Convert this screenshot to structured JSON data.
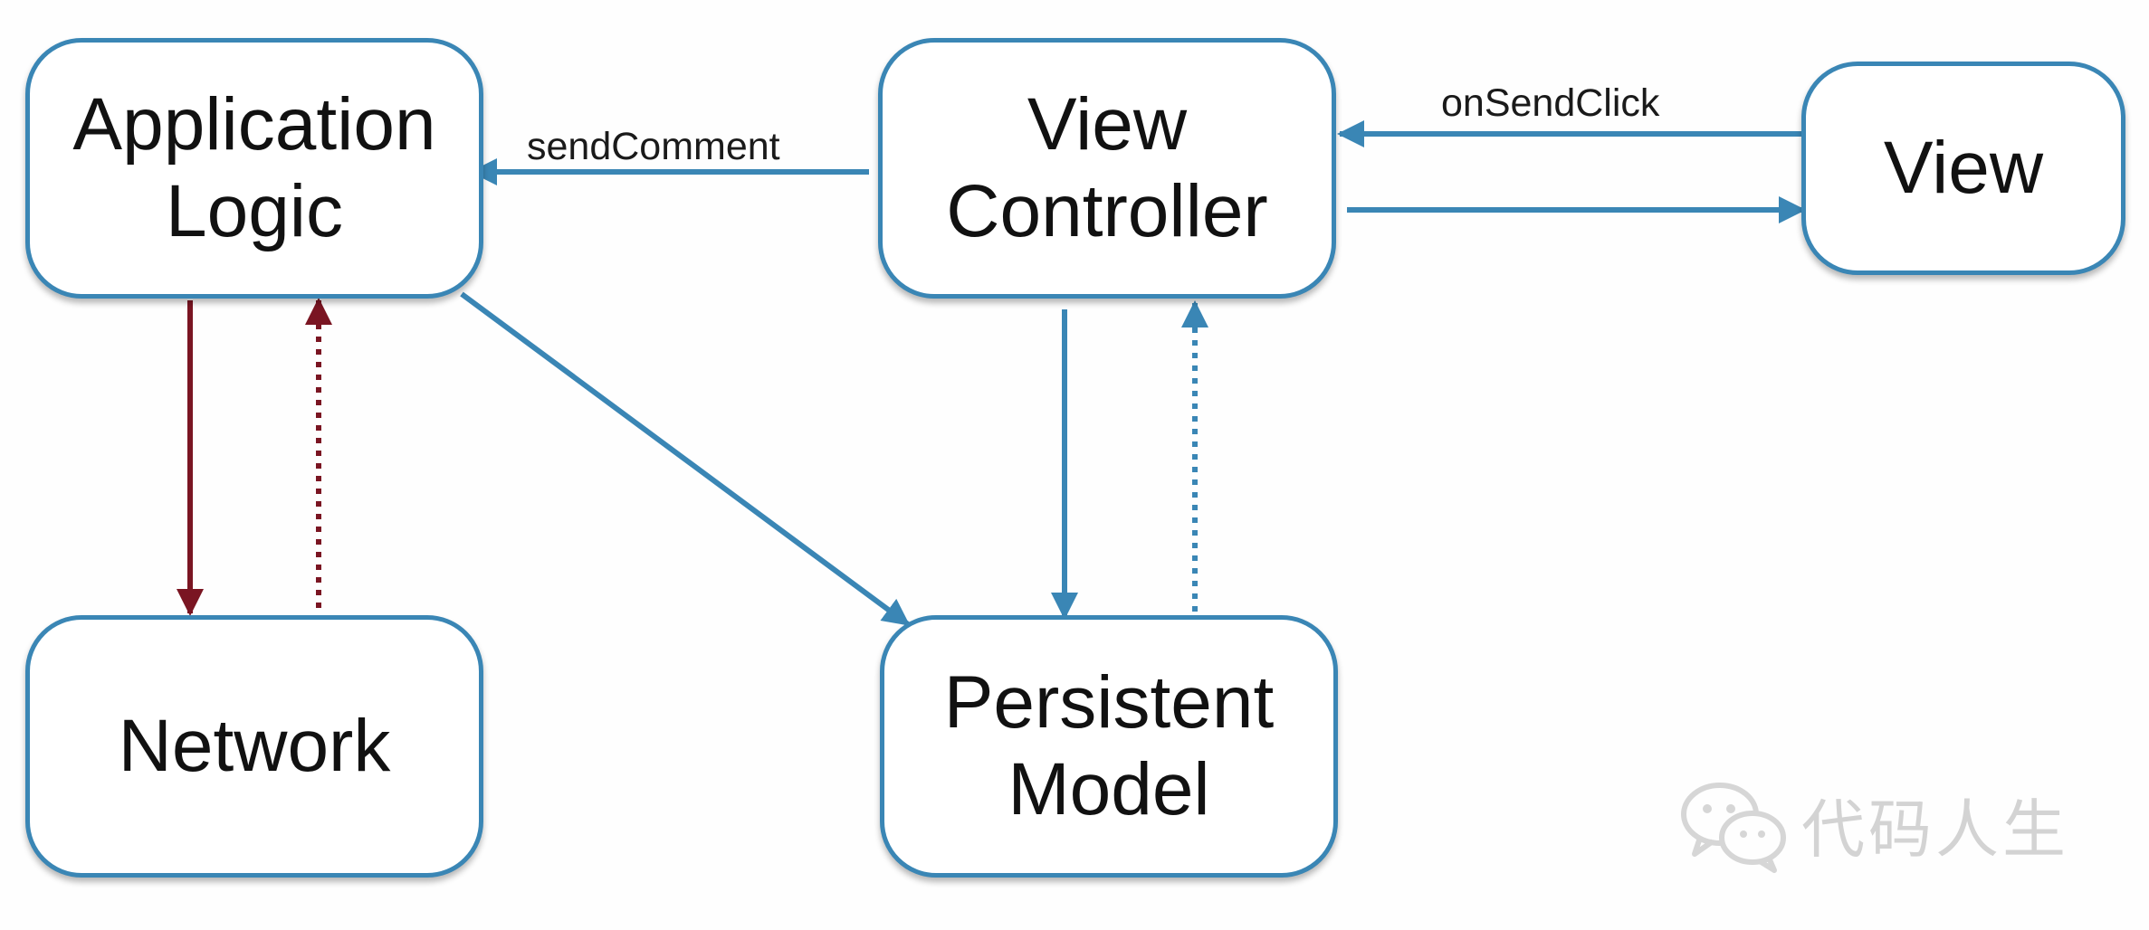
{
  "nodes": {
    "application_logic": "Application\nLogic",
    "view_controller": "View\nController",
    "view": "View",
    "network": "Network",
    "persistent_model": "Persistent\nModel"
  },
  "edge_labels": {
    "send_comment": "sendComment",
    "on_send_click": "onSendClick"
  },
  "watermark": {
    "text": "代码人生",
    "icon": "wechat-icon"
  },
  "colors": {
    "blue": "#3a86b5",
    "dark_red": "#7a1522",
    "watermark": "#d3d3d3"
  }
}
